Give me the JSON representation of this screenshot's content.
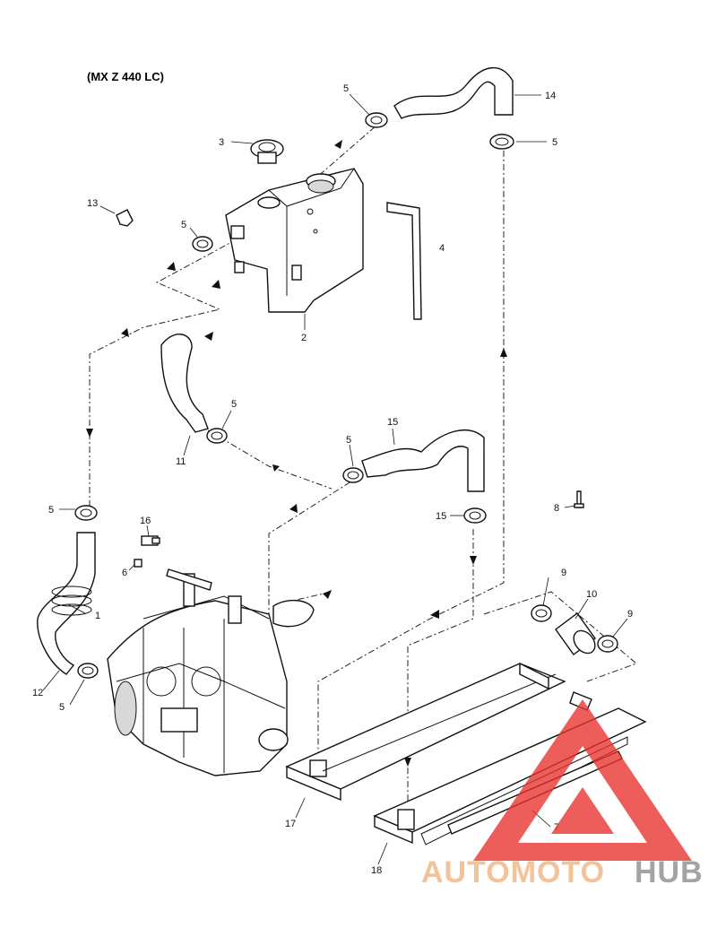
{
  "title": "(MX Z 440 LC)",
  "callouts": {
    "c1": "1",
    "c2": "2",
    "c3": "3",
    "c4": "4",
    "c5a": "5",
    "c5b": "5",
    "c5c": "5",
    "c5d": "5",
    "c5e": "5",
    "c5f": "5",
    "c5g": "5",
    "c6": "6",
    "c7": "7",
    "c8": "8",
    "c9a": "9",
    "c9b": "9",
    "c10": "10",
    "c11": "11",
    "c12": "12",
    "c13": "13",
    "c14": "14",
    "c15a": "15",
    "c15b": "15",
    "c16": "16",
    "c17": "17",
    "c18": "18"
  },
  "watermark": {
    "part1": "AUTOMOTO",
    "part2": "HUB",
    "color1": "#f2b27a",
    "color2": "#8a8a8a",
    "triangle_color": "#e8322e"
  }
}
